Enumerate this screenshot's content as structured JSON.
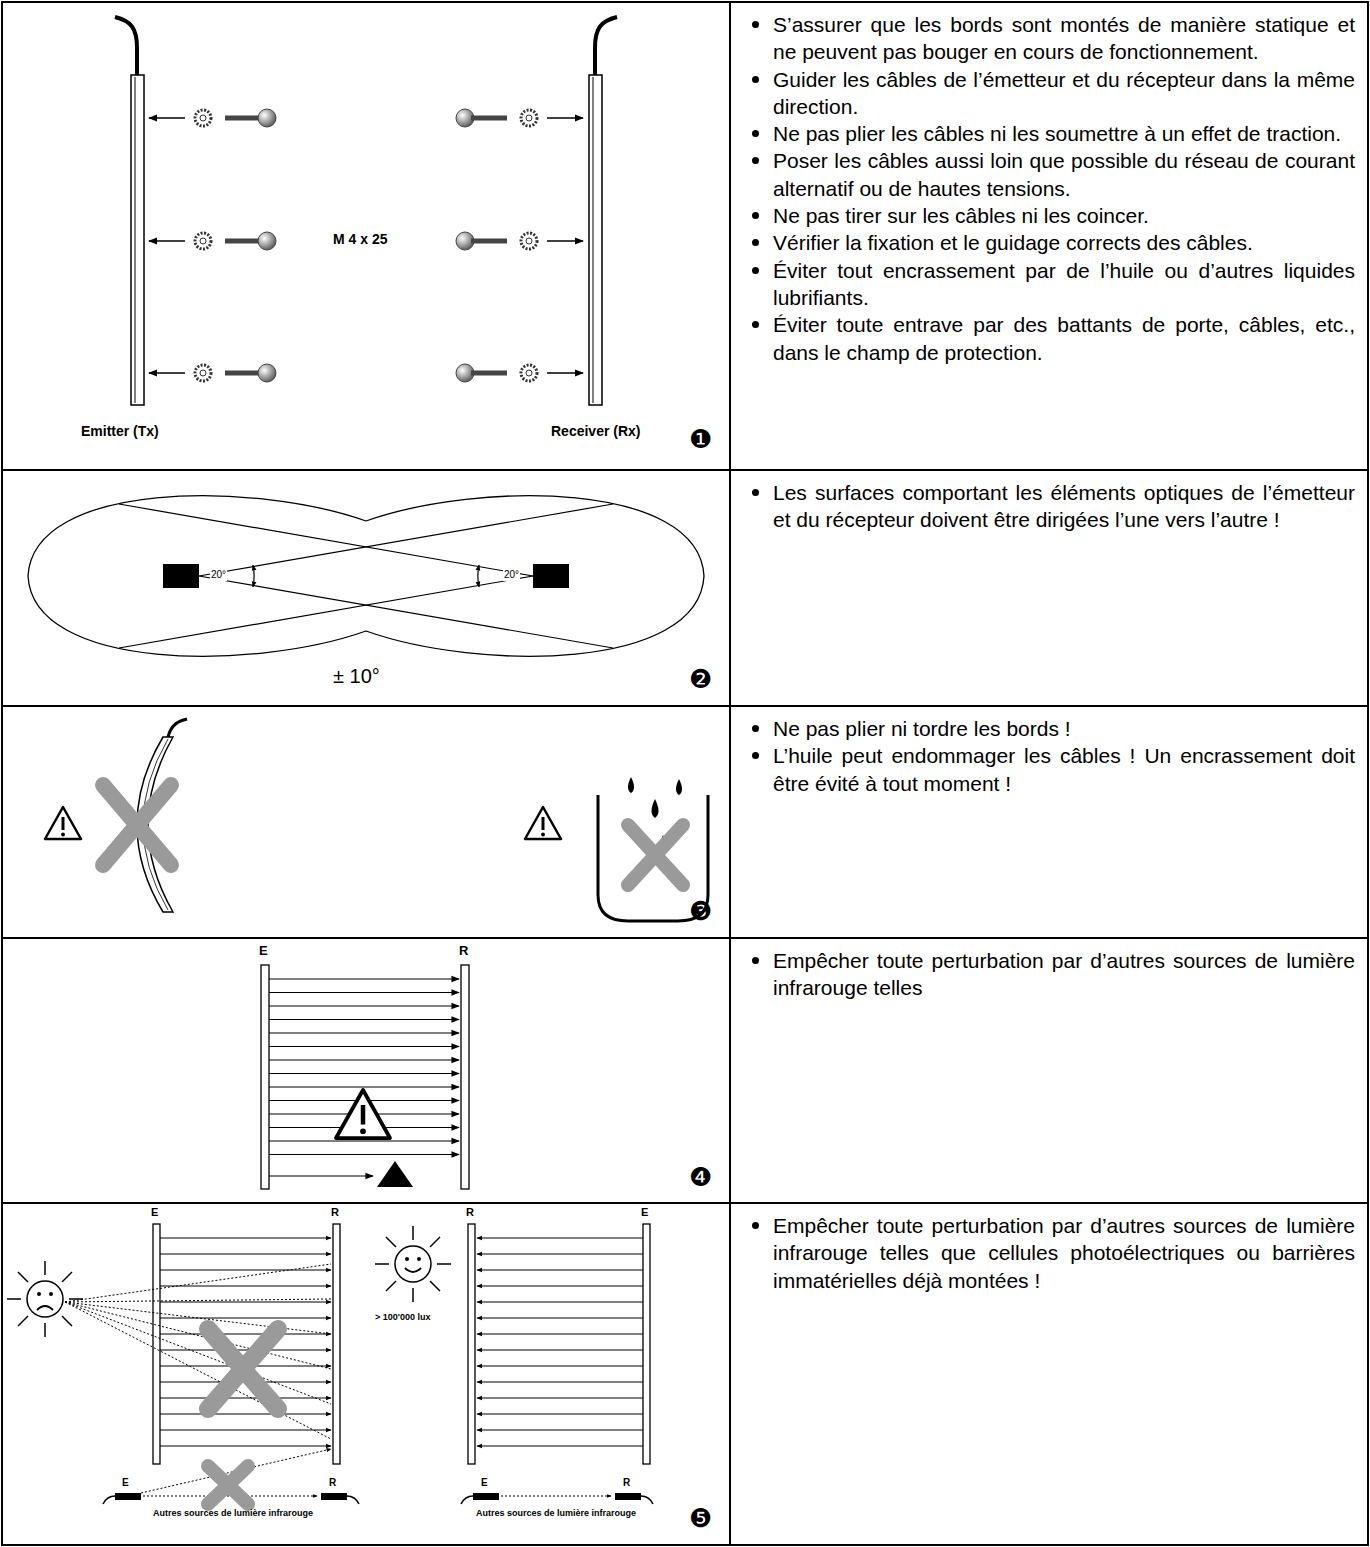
{
  "diagram": {
    "labels": [
      "M 4 x 25",
      "Emitter (Tx)",
      "Receiver (Rx)",
      "❶",
      "S’assurer que les bords sont montés de manière statique et ne peuvent pas bouger en cours de fonctionnement.",
      "Guider les câbles de l’émetteur et du récepteur dans la même direction.",
      "Ne pas plier les câbles ni les soumettre à un effet de traction.",
      "Poser les câbles aussi loin que possible du réseau de courant alternatif ou de hautes tensions.",
      "Ne pas tirer sur les câbles ni les coincer.",
      "Vérifier la fixation et le guidage corrects des câbles.",
      "Éviter tout encrassement par de l’huile ou d’autres liquides lubrifiants.",
      "Éviter toute entrave par des battants de porte, câbles, etc., dans le champ de protection.",
      "20°",
      "20°",
      "± 10°",
      "❷",
      "Les surfaces comportant les éléments optiques de l’émetteur et du récepteur doivent être dirigées l’une vers l’autre !",
      "❸",
      "Ne pas plier ni tordre les bords !",
      "L’huile peut endommager les câbles ! Un encrassement doit être évité à tout moment !",
      "E",
      "R",
      "❹",
      "Empêcher toute perturbation par d’autres sources de lumière infrarouge telles",
      "E",
      "R",
      "R",
      "E",
      "> 100'000 lux",
      "E",
      "R",
      "Autres sources de lumière infrarouge",
      "E",
      "R",
      "Autres sources de lumière infrarouge",
      "❺",
      "Empêcher toute perturbation par d’autres sources de lumière infrarouge telles que cellules photoélectriques ou barrières immatérielles déjà montées !"
    ]
  }
}
